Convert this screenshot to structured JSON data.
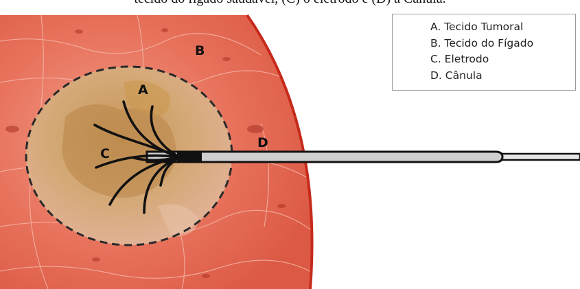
{
  "caption": "tecido do fígado saudável, (C) o eletrodo e (D) a Cânula.",
  "labels": {
    "a": "A",
    "b": "B",
    "c": "C",
    "d": "D"
  },
  "legend": [
    {
      "text": "A. Tecido Tumoral"
    },
    {
      "text": "B. Tecido do Fígado"
    },
    {
      "text": "C.  Eletrodo"
    },
    {
      "text": "D. Cânula"
    }
  ],
  "colors": {
    "liver": "#e8705a",
    "liver_edge": "#c62a1a",
    "tumor": "#c9a06a",
    "probe": "#cfcfcf",
    "ink": "#111111"
  }
}
